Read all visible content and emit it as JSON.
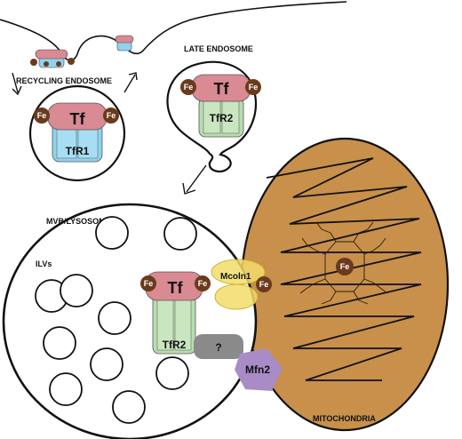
{
  "labels": {
    "recycling_endosome": "RECYCLING ENDOSOME",
    "late_endosome": "LATE ENDOSOME",
    "mvb_lysosome": "MVB/LYSOSOME",
    "ilvs": "ILVs",
    "mitochondria": "MITOCHONDRIA"
  },
  "proteins": {
    "tf": "Tf",
    "tfr1": "TfR1",
    "tfr2": "TfR2",
    "mcoln1": "Mcoln1",
    "mfn2": "Mfn2",
    "unknown": "?"
  },
  "iron": "Fe",
  "colors": {
    "mitochondria_fill": "#c8904a",
    "tf_pink": "#d98a92",
    "tfr1_blue": "#8fd3ee",
    "tfr2_green": "#b8dcb0",
    "iron_brown": "#6b3a1c",
    "mcoln1_yellow": "#f2dc6a",
    "mfn2_purple": "#a98bc6",
    "unknown_gray": "#8a8a8a"
  }
}
